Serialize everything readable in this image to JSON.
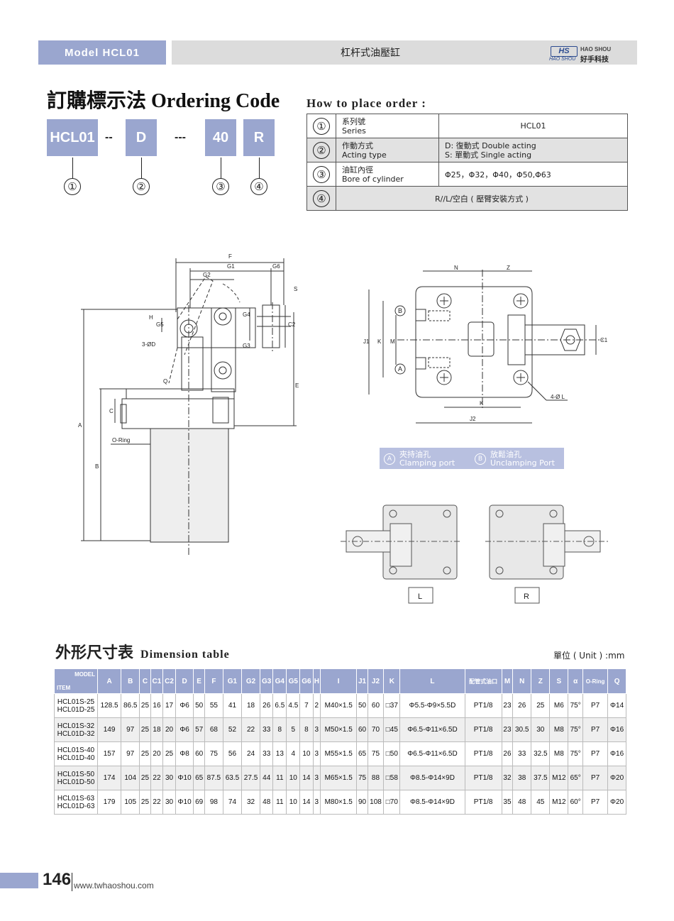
{
  "header": {
    "model_label": "Model HCL01",
    "title": "杠杆式油壓缸",
    "logo_mark": "HS",
    "logo_sub": "HAO SHOU",
    "logo_en": "HAO SHOU",
    "logo_cn": "好手科技"
  },
  "ordering": {
    "title": "訂購標示法 Ordering Code",
    "codes": [
      "HCL01",
      "D",
      "40",
      "R"
    ],
    "dash1": "--",
    "dash2": "---",
    "markers": [
      "①",
      "②",
      "③",
      "④"
    ]
  },
  "how_to_order": {
    "title": "How to place order :",
    "rows": [
      {
        "num": "①",
        "label_cn": "系列號",
        "label_en": "Series",
        "value": "HCL01"
      },
      {
        "num": "②",
        "label_cn": "作動方式",
        "label_en": "Acting type",
        "value": "D: 復動式  Double acting",
        "value2": "S: 單動式  Single acting"
      },
      {
        "num": "③",
        "label_cn": "油缸內徑",
        "label_en": "Bore of cylinder",
        "value": "Φ25，Φ32，Φ40，Φ50,Φ63"
      },
      {
        "num": "④",
        "value": "R//L/空白 ( 壓臂安裝方式 )"
      }
    ]
  },
  "drawing_labels": {
    "side": [
      "F",
      "G1",
      "G6",
      "G2",
      "S",
      "H",
      "G5",
      "G4",
      "C2",
      "G3",
      "3-ØD",
      "E",
      "Q",
      "C",
      "A",
      "B",
      "O-Ring"
    ],
    "top": [
      "N",
      "Z",
      "J1",
      "K",
      "M",
      "C1",
      "K",
      "J2",
      "4-Ø L",
      "B",
      "A"
    ],
    "views": [
      "L",
      "R"
    ]
  },
  "ports": {
    "a_mark": "A",
    "a_cn": "夾持油孔",
    "a_en": "Clamping port",
    "b_mark": "B",
    "b_cn": "放鬆油孔",
    "b_en": "Unclamping Port"
  },
  "dimension": {
    "title_cn": "外形尺寸表",
    "title_en": "Dimension table",
    "unit": "單位 ( Unit ) :mm",
    "corner_top": "MODEL",
    "corner_bottom": "ITEM",
    "columns": [
      "A",
      "B",
      "C",
      "C1",
      "C2",
      "D",
      "E",
      "F",
      "G1",
      "G2",
      "G3",
      "G4",
      "G5",
      "G6",
      "H",
      "I",
      "J1",
      "J2",
      "K",
      "L",
      "配管式油口",
      "M",
      "N",
      "Z",
      "S",
      "α",
      "O-Ring",
      "Q"
    ],
    "rows": [
      {
        "item": [
          "HCL01S-25",
          "HCL01D-25"
        ],
        "cells": [
          "128.5",
          "86.5",
          "25",
          "16",
          "17",
          "Φ6",
          "50",
          "55",
          "41",
          "18",
          "26",
          "6.5",
          "4.5",
          "7",
          "2",
          "M40×1.5",
          "50",
          "60",
          "□37",
          "Φ5.5-Φ9×5.5D",
          "PT1/8",
          "23",
          "26",
          "25",
          "M6",
          "75°",
          "P7",
          "Φ14"
        ]
      },
      {
        "item": [
          "HCL01S-32",
          "HCL01D-32"
        ],
        "cells": [
          "149",
          "97",
          "25",
          "18",
          "20",
          "Φ6",
          "57",
          "68",
          "52",
          "22",
          "33",
          "8",
          "5",
          "8",
          "3",
          "M50×1.5",
          "60",
          "70",
          "□45",
          "Φ6.5-Φ11×6.5D",
          "PT1/8",
          "23",
          "30.5",
          "30",
          "M8",
          "75°",
          "P7",
          "Φ16"
        ]
      },
      {
        "item": [
          "HCL01S-40",
          "HCL01D-40"
        ],
        "cells": [
          "157",
          "97",
          "25",
          "20",
          "25",
          "Φ8",
          "60",
          "75",
          "56",
          "24",
          "33",
          "13",
          "4",
          "10",
          "3",
          "M55×1.5",
          "65",
          "75",
          "□50",
          "Φ6.5-Φ11×6.5D",
          "PT1/8",
          "26",
          "33",
          "32.5",
          "M8",
          "75°",
          "P7",
          "Φ16"
        ]
      },
      {
        "item": [
          "HCL01S-50",
          "HCL01D-50"
        ],
        "cells": [
          "174",
          "104",
          "25",
          "22",
          "30",
          "Φ10",
          "65",
          "87.5",
          "63.5",
          "27.5",
          "44",
          "11",
          "10",
          "14",
          "3",
          "M65×1.5",
          "75",
          "88",
          "□58",
          "Φ8.5-Φ14×9D",
          "PT1/8",
          "32",
          "38",
          "37.5",
          "M12",
          "65°",
          "P7",
          "Φ20"
        ]
      },
      {
        "item": [
          "HCL01S-63",
          "HCL01D-63"
        ],
        "cells": [
          "179",
          "105",
          "25",
          "22",
          "30",
          "Φ10",
          "69",
          "98",
          "74",
          "32",
          "48",
          "11",
          "10",
          "14",
          "3",
          "M80×1.5",
          "90",
          "108",
          "□70",
          "Φ8.5-Φ14×9D",
          "PT1/8",
          "35",
          "48",
          "45",
          "M12",
          "60°",
          "P7",
          "Φ20"
        ]
      }
    ]
  },
  "footer": {
    "page": "146",
    "url": "www.twhaoshou.com"
  }
}
